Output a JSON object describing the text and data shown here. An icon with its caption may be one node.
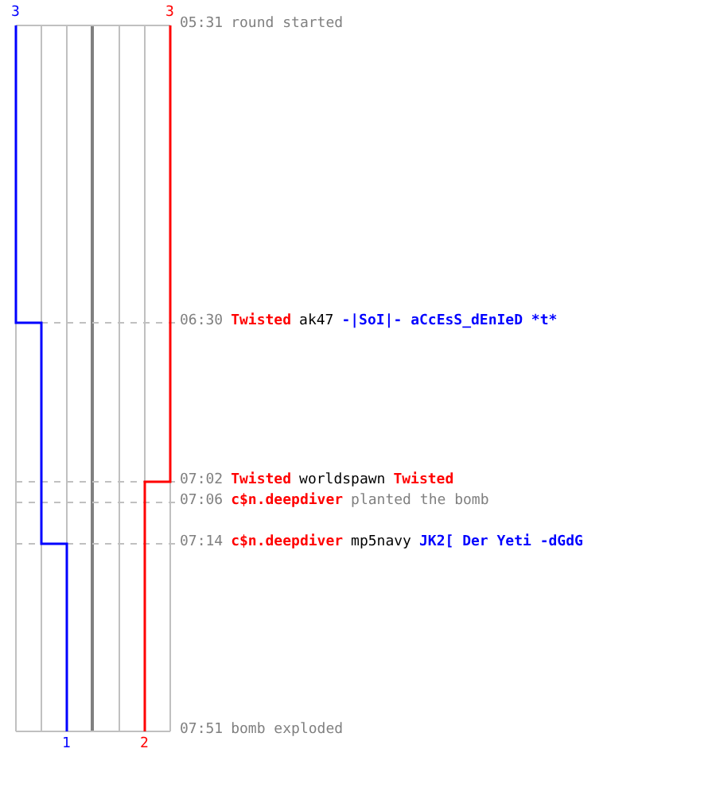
{
  "diagram": {
    "labels": [
      "3",
      "3",
      "05:31",
      "round started",
      "06:30",
      "Twisted",
      "ak47",
      "-|SoI|- aCcEsS_dEnIeD *t*",
      "07:02",
      "Twisted",
      "worldspawn",
      "Twisted",
      "07:06",
      "c$n.deepdiver",
      "planted the bomb",
      "07:14",
      "c$n.deepdiver",
      "mp5navy",
      "JK2[ Der Yeti -dGdG",
      "1",
      "2",
      "07:51",
      "bomb exploded"
    ]
  }
}
